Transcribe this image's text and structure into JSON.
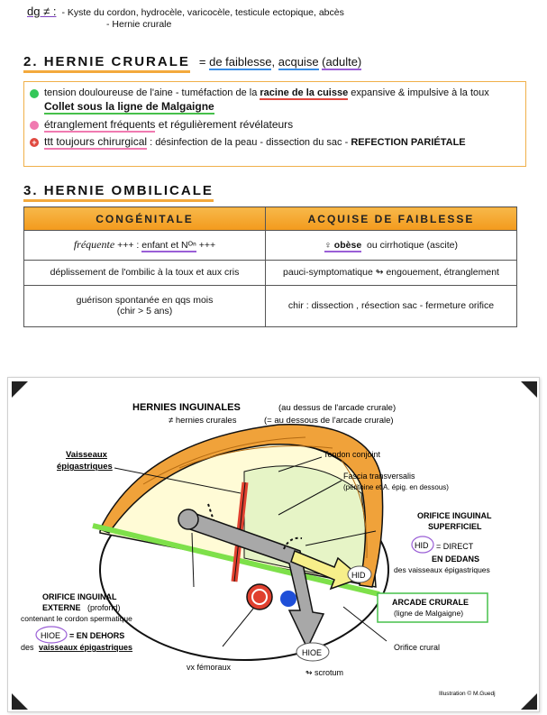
{
  "dg": {
    "label": "dg ≠ :",
    "line1": "- Kyste du cordon, hydrocèle, varicocèle, testicule ectopique, abcès",
    "line2": "- Hernie crurale"
  },
  "section2": {
    "number": "2.",
    "title": "HERNIE CRURALE",
    "eq": "=",
    "w1": "de faiblesse",
    "comma": ",",
    "w2": "acquise",
    "w3": "(adulte)",
    "row1_a": "tension douloureuse de l'aine - tuméfaction de la",
    "row1_b": "racine de la cuisse",
    "row1_c": "expansive  &  impulsive à la toux",
    "row1_d": "Collet sous la ligne de Malgaigne",
    "row2_a": "étranglement fréquents",
    "row2_b": "et régulièrement révélateurs",
    "row3_a": "ttt toujours chirurgical",
    "row3_b": ": désinfection de la peau  - dissection du sac -",
    "row3_c": "REFECTION  PARIÉTALE"
  },
  "section3": {
    "number": "3.",
    "title": "HERNIE OMBILICALE",
    "col1": "CONGÉNITALE",
    "col2": "ACQUISE  DE  FAIBLESSE",
    "r1c1_a": "fréquente",
    "r1c1_b": "+++ :",
    "r1c1_c": "enfant  et  Nᴼⁿ",
    "r1c1_d": "+++",
    "r1c2_a": "♀ obèse",
    "r1c2_b": "ou cirrhotique (ascite)",
    "r2c1": "déplissement de l'ombilic à la toux et aux cris",
    "r2c2": "pauci-symptomatique ↬ engouement, étranglement",
    "r3c1_a": "guérison spontanée en qqs mois",
    "r3c1_b": "(chir > 5 ans)",
    "r3c2": "chir : dissection , résection sac - fermeture orifice"
  },
  "illustration": {
    "title": "HERNIES  INGUINALES",
    "title_note": "(au dessus de l'arcade crurale)",
    "sub": "≠ hernies crurales",
    "sub_note": "(= au dessous de l'arcade crurale)",
    "vaisseaux_1": "Vaisseaux",
    "vaisseaux_2": "épigastriques",
    "tendon": "Tendon conjoint",
    "fascia": "Fascia transversalis",
    "fascia_note": "(péritoine et A. épig. en dessous)",
    "ois_1": "ORIFICE INGUINAL",
    "ois_2": "SUPERFICIEL",
    "hid": "HID",
    "direct": "= DIRECT",
    "en_dedans": "EN DEDANS",
    "vx_epig": "des vaisseaux épigastriques",
    "arcade": "ARCADE CRURALE",
    "malgaigne": "(ligne de Malgaigne)",
    "oie_1": "ORIFICE INGUINAL",
    "oie_2": "EXTERNE",
    "oie_3": "(profond)",
    "cordon": "contenant le cordon spermatique",
    "hioe": "HIOE",
    "en_dehors": "= EN DEHORS",
    "des": "des",
    "vx_epig2": "vaisseaux épigastriques",
    "orifice_crural": "Orifice crural",
    "vx_femoraux": "vx fémoraux",
    "scrotum": "↬ scrotum",
    "credit": "Illustration © M.Guedj",
    "colors": {
      "tendon": "#f0a23a",
      "fascia": "#e6f4c6",
      "inner": "#fffbd6",
      "arcade": "#7ee04a",
      "vessel_red": "#e0402f",
      "vessel_blue": "#1f4fd8",
      "arrow_yellow": "#f7ef8a",
      "arrow_grey": "#a8a8a8"
    }
  }
}
